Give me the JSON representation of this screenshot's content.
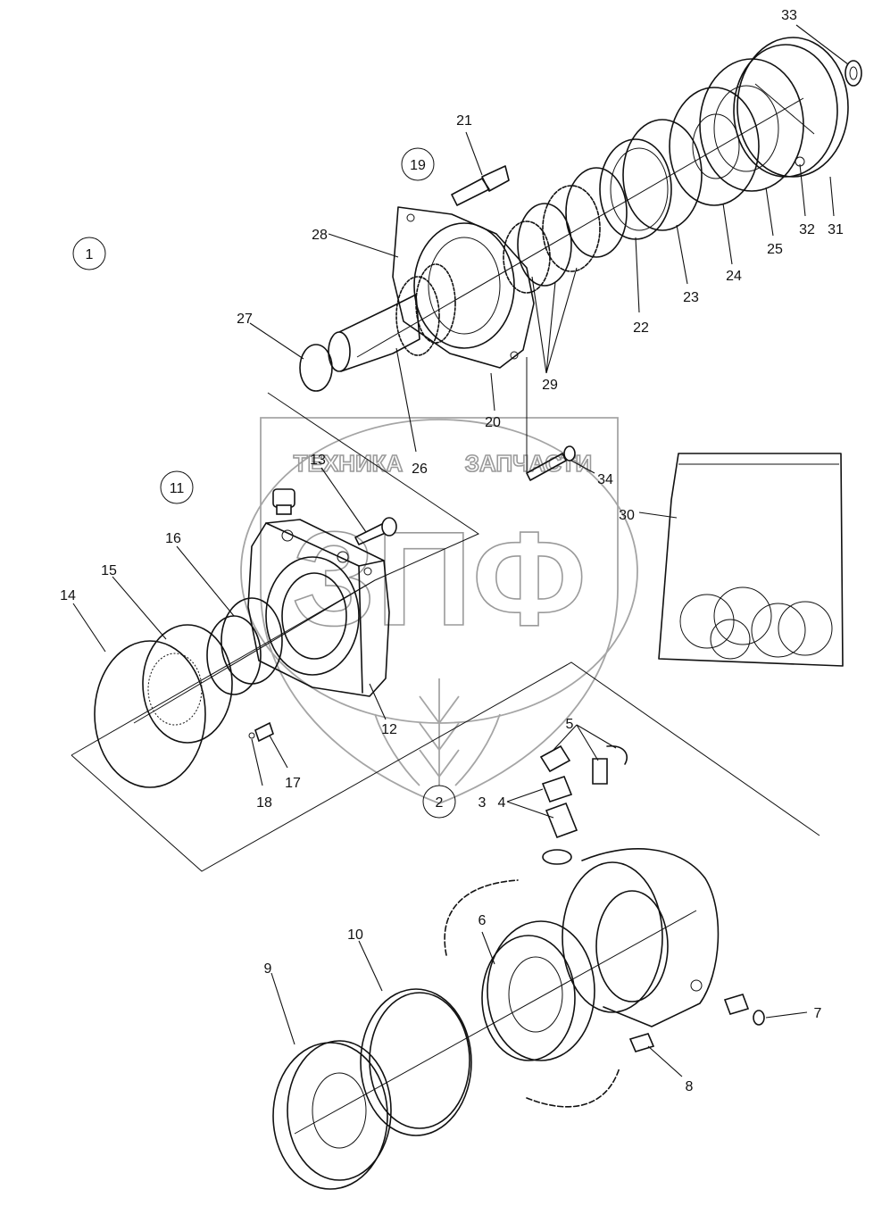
{
  "watermark": {
    "line1_left": "ТЕХНИКА",
    "line1_right": "ЗАПЧАСТИ",
    "big": "ЗПФ"
  },
  "group_refs": [
    "1",
    "19",
    "11",
    "2"
  ],
  "labels": [
    {
      "id": "1",
      "text": "1"
    },
    {
      "id": "2",
      "text": "2"
    },
    {
      "id": "3",
      "text": "3"
    },
    {
      "id": "4",
      "text": "4"
    },
    {
      "id": "5",
      "text": "5"
    },
    {
      "id": "6",
      "text": "6"
    },
    {
      "id": "7",
      "text": "7"
    },
    {
      "id": "8",
      "text": "8"
    },
    {
      "id": "9",
      "text": "9"
    },
    {
      "id": "10",
      "text": "10"
    },
    {
      "id": "11",
      "text": "11"
    },
    {
      "id": "12",
      "text": "12"
    },
    {
      "id": "13",
      "text": "13"
    },
    {
      "id": "14",
      "text": "14"
    },
    {
      "id": "15",
      "text": "15"
    },
    {
      "id": "16",
      "text": "16"
    },
    {
      "id": "17",
      "text": "17"
    },
    {
      "id": "18",
      "text": "18"
    },
    {
      "id": "19",
      "text": "19"
    },
    {
      "id": "20",
      "text": "20"
    },
    {
      "id": "21",
      "text": "21"
    },
    {
      "id": "22",
      "text": "22"
    },
    {
      "id": "23",
      "text": "23"
    },
    {
      "id": "24",
      "text": "24"
    },
    {
      "id": "25",
      "text": "25"
    },
    {
      "id": "26",
      "text": "26"
    },
    {
      "id": "27",
      "text": "27"
    },
    {
      "id": "28",
      "text": "28"
    },
    {
      "id": "29",
      "text": "29"
    },
    {
      "id": "30",
      "text": "30"
    },
    {
      "id": "31",
      "text": "31"
    },
    {
      "id": "32",
      "text": "32"
    },
    {
      "id": "33",
      "text": "33"
    },
    {
      "id": "34",
      "text": "34"
    }
  ]
}
